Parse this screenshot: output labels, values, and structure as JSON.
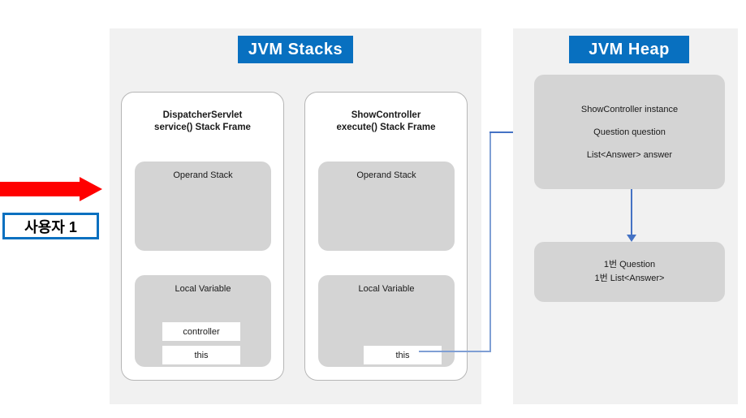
{
  "diagram": {
    "user": {
      "arrow_icon": "red-right-arrow",
      "label": "사용자 1"
    },
    "stacks": {
      "title": "JVM Stacks",
      "frames": [
        {
          "title": "DispatcherServlet\nservice() Stack Frame",
          "operand_stack_label": "Operand Stack",
          "local_variable_label": "Local Variable",
          "slots": [
            "controller",
            "this"
          ]
        },
        {
          "title": "ShowController\nexecute() Stack Frame",
          "operand_stack_label": "Operand Stack",
          "local_variable_label": "Local Variable",
          "slots": [
            "this"
          ]
        }
      ]
    },
    "heap": {
      "title": "JVM Heap",
      "instance_box": {
        "lines": [
          "ShowController instance",
          "Question question",
          "List<Answer> answer"
        ]
      },
      "objects_box": {
        "lines": [
          "1번 Question",
          "1번 List<Answer>"
        ]
      }
    },
    "colors": {
      "banner_blue": "#0870c0",
      "arrow_red": "#ff0000",
      "connector_blue": "#4472c4",
      "panel_grey": "#f1f1f1",
      "block_grey": "#d4d4d4"
    }
  }
}
